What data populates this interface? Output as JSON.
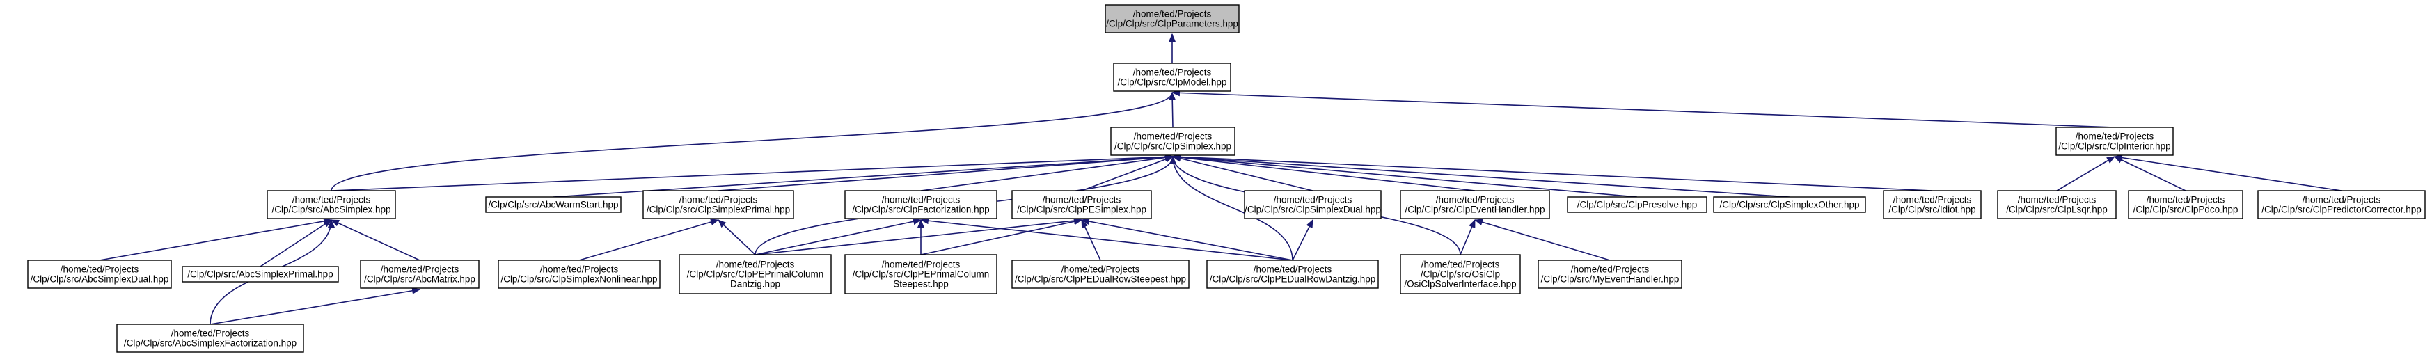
{
  "nodes": [
    {
      "id": "n0",
      "lines": [
        "/home/ted/Projects",
        "/Clp/Clp/src/ClpParameters.hpp"
      ],
      "root": true
    },
    {
      "id": "n1",
      "lines": [
        "/home/ted/Projects",
        "/Clp/Clp/src/ClpModel.hpp"
      ]
    },
    {
      "id": "n2",
      "lines": [
        "/home/ted/Projects",
        "/Clp/Clp/src/ClpSimplex.hpp"
      ]
    },
    {
      "id": "n3",
      "lines": [
        "/home/ted/Projects",
        "/Clp/Clp/src/ClpInterior.hpp"
      ]
    },
    {
      "id": "n4",
      "lines": [
        "/home/ted/Projects",
        "/Clp/Clp/src/AbcSimplex.hpp"
      ]
    },
    {
      "id": "n5",
      "lines": [
        "/Clp/Clp/src/AbcWarmStart.hpp"
      ]
    },
    {
      "id": "n6",
      "lines": [
        "/home/ted/Projects",
        "/Clp/Clp/src/ClpSimplexPrimal.hpp"
      ]
    },
    {
      "id": "n7",
      "lines": [
        "/home/ted/Projects",
        "/Clp/Clp/src/ClpFactorization.hpp"
      ]
    },
    {
      "id": "n8",
      "lines": [
        "/home/ted/Projects",
        "/Clp/Clp/src/ClpPESimplex.hpp"
      ]
    },
    {
      "id": "n9",
      "lines": [
        "/home/ted/Projects",
        "/Clp/Clp/src/ClpSimplexDual.hpp"
      ]
    },
    {
      "id": "n10",
      "lines": [
        "/home/ted/Projects",
        "/Clp/Clp/src/ClpEventHandler.hpp"
      ]
    },
    {
      "id": "n11",
      "lines": [
        "/Clp/Clp/src/ClpPresolve.hpp"
      ]
    },
    {
      "id": "n12",
      "lines": [
        "/Clp/Clp/src/ClpSimplexOther.hpp"
      ]
    },
    {
      "id": "n13",
      "lines": [
        "/home/ted/Projects",
        "/Clp/Clp/src/Idiot.hpp"
      ]
    },
    {
      "id": "n14",
      "lines": [
        "/home/ted/Projects",
        "/Clp/Clp/src/ClpLsqr.hpp"
      ]
    },
    {
      "id": "n15",
      "lines": [
        "/home/ted/Projects",
        "/Clp/Clp/src/ClpPdco.hpp"
      ]
    },
    {
      "id": "n16",
      "lines": [
        "/home/ted/Projects",
        "/Clp/Clp/src/ClpPredictorCorrector.hpp"
      ]
    },
    {
      "id": "n17",
      "lines": [
        "/home/ted/Projects",
        "/Clp/Clp/src/AbcSimplexDual.hpp"
      ]
    },
    {
      "id": "n18",
      "lines": [
        "/Clp/Clp/src/AbcSimplexPrimal.hpp"
      ]
    },
    {
      "id": "n19",
      "lines": [
        "/home/ted/Projects",
        "/Clp/Clp/src/AbcMatrix.hpp"
      ]
    },
    {
      "id": "n20",
      "lines": [
        "/home/ted/Projects",
        "/Clp/Clp/src/ClpSimplexNonlinear.hpp"
      ]
    },
    {
      "id": "n21",
      "lines": [
        "/home/ted/Projects",
        "/Clp/Clp/src/ClpPEPrimalColumn",
        "Dantzig.hpp"
      ]
    },
    {
      "id": "n22",
      "lines": [
        "/home/ted/Projects",
        "/Clp/Clp/src/ClpPEPrimalColumn",
        "Steepest.hpp"
      ]
    },
    {
      "id": "n23",
      "lines": [
        "/home/ted/Projects",
        "/Clp/Clp/src/ClpPEDualRowSteepest.hpp"
      ]
    },
    {
      "id": "n24",
      "lines": [
        "/home/ted/Projects",
        "/Clp/Clp/src/ClpPEDualRowDantzig.hpp"
      ]
    },
    {
      "id": "n25",
      "lines": [
        "/home/ted/Projects",
        "/Clp/Clp/src/OsiClp",
        "/OsiClpSolverInterface.hpp"
      ]
    },
    {
      "id": "n26",
      "lines": [
        "/home/ted/Projects",
        "/Clp/Clp/src/MyEventHandler.hpp"
      ]
    },
    {
      "id": "n27",
      "lines": [
        "/home/ted/Projects",
        "/Clp/Clp/src/AbcSimplexFactorization.hpp"
      ]
    }
  ],
  "edges": [
    {
      "from": "n1",
      "to": "n0"
    },
    {
      "from": "n2",
      "to": "n1"
    },
    {
      "from": "n3",
      "to": "n1"
    },
    {
      "from": "n4",
      "to": "n1"
    },
    {
      "from": "n4",
      "to": "n2"
    },
    {
      "from": "n5",
      "to": "n2"
    },
    {
      "from": "n6",
      "to": "n2"
    },
    {
      "from": "n7",
      "to": "n2"
    },
    {
      "from": "n8",
      "to": "n2"
    },
    {
      "from": "n9",
      "to": "n2"
    },
    {
      "from": "n10",
      "to": "n2"
    },
    {
      "from": "n11",
      "to": "n2"
    },
    {
      "from": "n12",
      "to": "n2"
    },
    {
      "from": "n13",
      "to": "n2"
    },
    {
      "from": "n21",
      "to": "n2"
    },
    {
      "from": "n24",
      "to": "n2"
    },
    {
      "from": "n25",
      "to": "n2"
    },
    {
      "from": "n14",
      "to": "n3"
    },
    {
      "from": "n15",
      "to": "n3"
    },
    {
      "from": "n16",
      "to": "n3"
    },
    {
      "from": "n17",
      "to": "n4"
    },
    {
      "from": "n18",
      "to": "n4"
    },
    {
      "from": "n19",
      "to": "n4"
    },
    {
      "from": "n27",
      "to": "n4"
    },
    {
      "from": "n20",
      "to": "n6"
    },
    {
      "from": "n21",
      "to": "n6"
    },
    {
      "from": "n21",
      "to": "n7"
    },
    {
      "from": "n22",
      "to": "n7"
    },
    {
      "from": "n24",
      "to": "n7"
    },
    {
      "from": "n21",
      "to": "n8"
    },
    {
      "from": "n22",
      "to": "n8"
    },
    {
      "from": "n23",
      "to": "n8"
    },
    {
      "from": "n24",
      "to": "n8"
    },
    {
      "from": "n24",
      "to": "n9"
    },
    {
      "from": "n25",
      "to": "n10"
    },
    {
      "from": "n26",
      "to": "n10"
    },
    {
      "from": "n27",
      "to": "n19"
    }
  ],
  "colors": {
    "edge": "#191970",
    "root_fill": "#bfbfbf",
    "node_fill": "#ffffff",
    "border": "#000000"
  }
}
